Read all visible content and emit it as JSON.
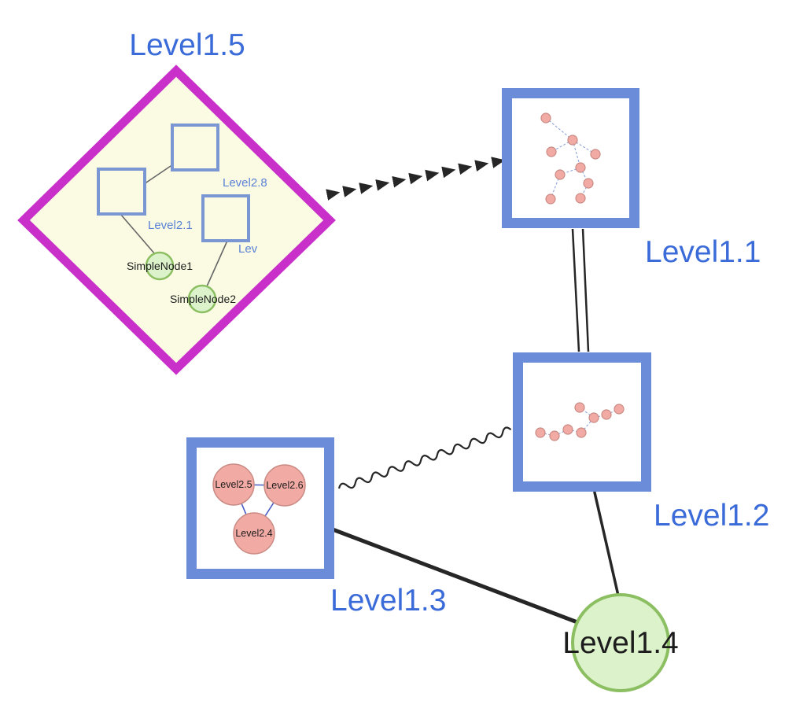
{
  "colors": {
    "canvas_bg": "#ffffff",
    "group_label_blue": "#3a6bd8",
    "sub_label_blue": "#5b82d6",
    "magenta_border": "#c930c9",
    "pale_yellow_fill": "#fbfbe3",
    "blue_group_border": "#6b8cd9",
    "inner_square_border": "#7b97d3",
    "green_node_fill": "#dcf2cb",
    "green_node_border": "#8cbf62",
    "pink_node_fill": "#f2aaa4",
    "pink_node_border": "#c98b84",
    "mini_edge_blue": "#8fa3d9",
    "tri_edge_blue": "#4a5bc4",
    "edge_black": "#262626",
    "text_black": "#1c1c1c"
  },
  "nodes": {
    "level1_5": {
      "label": "Level1.5",
      "shape": "diamond-group"
    },
    "level1_1": {
      "label": "Level1.1",
      "shape": "group-box"
    },
    "level1_2": {
      "label": "Level1.2",
      "shape": "group-box"
    },
    "level1_3": {
      "label": "Level1.3",
      "shape": "group-box"
    },
    "level1_4": {
      "label": "Level1.4",
      "shape": "green-circle"
    },
    "level2_8": {
      "label": "Level2.8",
      "shape": "square"
    },
    "level2_1": {
      "label": "Level2.1",
      "shape": "square"
    },
    "level2_trunc": {
      "label": "Lev",
      "shape": "square"
    },
    "simple_node_1": {
      "label": "SimpleNode1",
      "shape": "green-circle"
    },
    "simple_node_2": {
      "label": "SimpleNode2",
      "shape": "green-circle"
    },
    "level2_5": {
      "label": "Level2.5",
      "shape": "pink-circle"
    },
    "level2_6": {
      "label": "Level2.6",
      "shape": "pink-circle"
    },
    "level2_4": {
      "label": "Level2.4",
      "shape": "pink-circle"
    }
  },
  "edges": [
    {
      "source": "Level1.5",
      "target": "Level1.1",
      "style": "thick-dashed-arrow"
    },
    {
      "source": "Level1.1",
      "target": "Level1.2",
      "style": "double-line"
    },
    {
      "source": "Level1.3",
      "target": "Level1.2",
      "style": "wavy"
    },
    {
      "source": "Level1.3",
      "target": "Level1.4",
      "style": "solid"
    },
    {
      "source": "Level1.2",
      "target": "Level1.4",
      "style": "solid"
    },
    {
      "source": "Level2.1",
      "target": "Level2.8",
      "style": "solid"
    },
    {
      "source": "Level2.1",
      "target": "SimpleNode1",
      "style": "solid"
    },
    {
      "source": "Lev",
      "target": "SimpleNode2",
      "style": "solid"
    },
    {
      "source": "Level2.5",
      "target": "Level2.6",
      "style": "solid"
    },
    {
      "source": "Level2.5",
      "target": "Level2.4",
      "style": "solid"
    },
    {
      "source": "Level2.6",
      "target": "Level2.4",
      "style": "solid"
    }
  ]
}
